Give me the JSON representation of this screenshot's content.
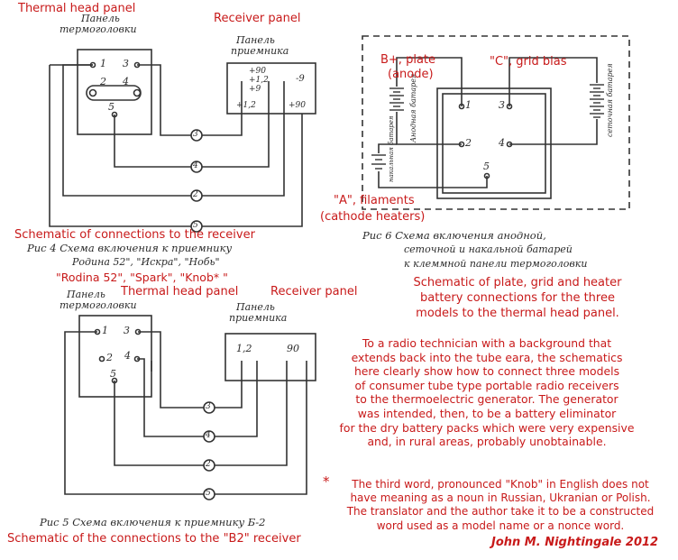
{
  "annotations": {
    "fig4_thermal_head_panel": "Thermal head panel",
    "fig4_receiver_panel": "Receiver panel",
    "fig4_caption_en": "Schematic of connections to the receiver",
    "fig4_models_en": "\"Rodina 52\", \"Spark\", \"Knob* \"",
    "fig5_thermal_head_panel": "Thermal head panel",
    "fig5_receiver_panel": "Receiver panel",
    "fig5_caption_en": "Schematic of the connections to the \"B2\" receiver",
    "fig6_bplus_1": "B+, plate",
    "fig6_bplus_2": "(anode)",
    "fig6_c_grid_bias": "\"C\", grid bias",
    "fig6_a_1": "\"A\", filaments",
    "fig6_a_2": "(cathode heaters)",
    "fig6_caption_en_1": "Schematic of plate, grid and heater",
    "fig6_caption_en_2": "battery connections for the three",
    "fig6_caption_en_3": "models to the thermal head panel."
  },
  "russian": {
    "fig4_panel_left_1": "Панель",
    "fig4_panel_left_2": "термоголовки",
    "fig4_panel_right_1": "Панель",
    "fig4_panel_right_2": "приемника",
    "fig4_caption_1": "Рис 4  Схема включения к приемнику",
    "fig4_caption_2": "Родина 52\", \"Искра\", \"Нобь\"",
    "fig5_panel_left_1": "Панель",
    "fig5_panel_left_2": "термоголовки",
    "fig5_panel_right_1": "Панель",
    "fig5_panel_right_2": "приемника",
    "fig5_caption": "Рис 5  Схема включения к приемнику  Б-2",
    "fig6_caption_1": "Рис 6  Схема включения анодной,",
    "fig6_caption_2": "сеточной и накальной батарей",
    "fig6_caption_3": "к клеммной панели термоголовки",
    "fig6_label_anode": "Анодная батарея",
    "fig6_label_filament": "накальная батарея",
    "fig6_label_grid": "сеточная батарея"
  },
  "terminals": {
    "t1": "1",
    "t2": "2",
    "t3": "3",
    "t4": "4",
    "t5": "5",
    "r_90a": "+90",
    "r_12a": "+1,2",
    "r_9": "+9",
    "r_m9": "-9",
    "r_12b": "+1,2",
    "r_90b": "+90",
    "b_12": "1,2",
    "b_90": "90",
    "w2": "2",
    "w4": "4",
    "w3": "3",
    "w5": "5"
  },
  "explanation": [
    "To a radio technician with a background that",
    "extends back into the tube eara, the schematics",
    "here clearly show how to connect three models",
    "of consumer tube type portable radio receivers",
    "to the thermoelectric generator. The generator",
    "was intended, then, to be a battery eliminator",
    "for the dry battery packs which were very expensive",
    "and, in rural areas, probably unobtainable."
  ],
  "footnote": [
    "The third word, pronounced \"Knob\" in English does not",
    "have meaning as a noun in Russian, Ukranian or Polish.",
    "The translator and the author take it to be a constructed",
    "word used as a model name or a nonce word."
  ],
  "footnote_star": "*",
  "credit": "John M. Nightingale 2012",
  "colors": {
    "annotation_red": "#c81a1a",
    "line": "#333333"
  }
}
